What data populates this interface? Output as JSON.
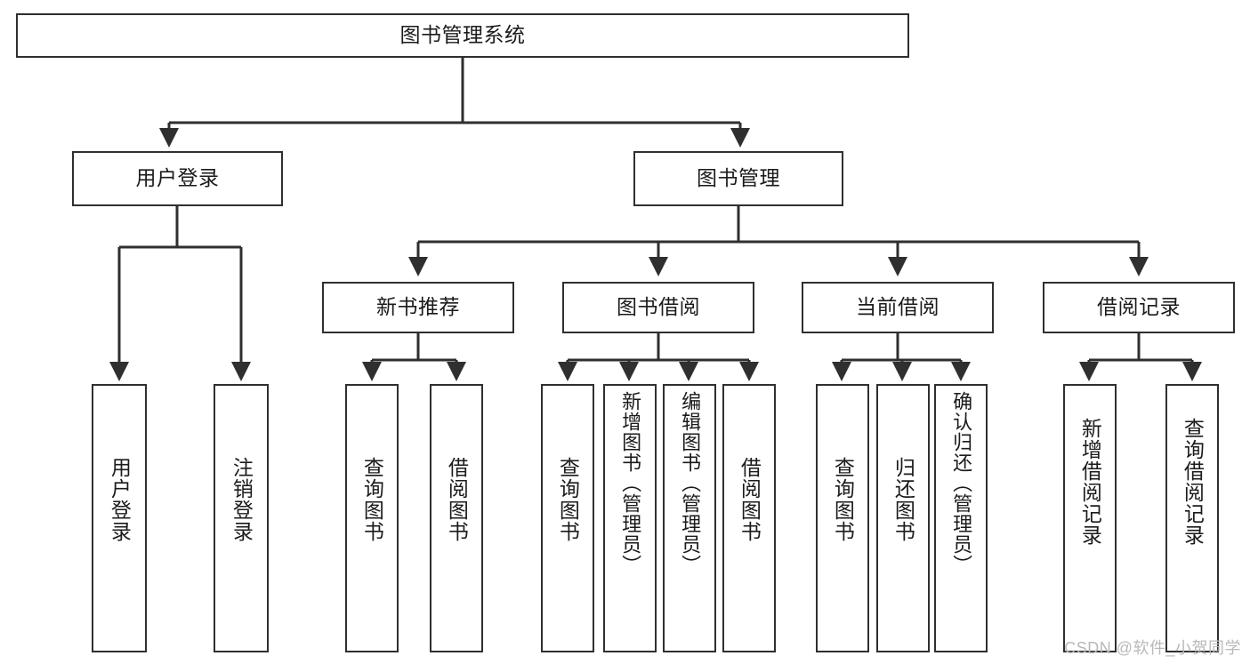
{
  "diagram": {
    "title": "图书管理系统",
    "type": "tree-hierarchy-chart",
    "watermark": "CSDN @软件_小贺同学",
    "colors": {
      "box_border": "#2f2f2f",
      "box_fill": "#ffffff",
      "edge": "#2f2f2f",
      "text": "#1b1b1b",
      "watermark": "#b9b9b9",
      "background": "#ffffff"
    },
    "nodes": {
      "root": {
        "label": "图书管理系统"
      },
      "level2": [
        {
          "id": "user-login",
          "label": "用户登录"
        },
        {
          "id": "book-management",
          "label": "图书管理"
        }
      ],
      "level3": [
        {
          "id": "new-book-recommend",
          "label": "新书推荐"
        },
        {
          "id": "book-borrow",
          "label": "图书借阅"
        },
        {
          "id": "current-borrow",
          "label": "当前借阅"
        },
        {
          "id": "borrow-record",
          "label": "借阅记录"
        }
      ],
      "leaves": {
        "user_login": [
          {
            "id": "leaf-user-login",
            "label": "用户登录"
          },
          {
            "id": "leaf-logout-login",
            "label": "注销登录"
          }
        ],
        "new_book_recommend": [
          {
            "id": "leaf-query-book-1",
            "label": "查询图书"
          },
          {
            "id": "leaf-borrow-book-1",
            "label": "借阅图书"
          }
        ],
        "book_borrow": [
          {
            "id": "leaf-query-book-2",
            "label": "查询图书"
          },
          {
            "id": "leaf-add-book",
            "label": "新增图书（管理员）"
          },
          {
            "id": "leaf-edit-book",
            "label": "编辑图书（管理员）"
          },
          {
            "id": "leaf-borrow-book-2",
            "label": "借阅图书"
          }
        ],
        "current_borrow": [
          {
            "id": "leaf-query-book-3",
            "label": "查询图书"
          },
          {
            "id": "leaf-return-book",
            "label": "归还图书"
          },
          {
            "id": "leaf-confirm-return",
            "label": "确认归还（管理员）"
          }
        ],
        "borrow_record": [
          {
            "id": "leaf-add-record",
            "label": "新增借阅记录"
          },
          {
            "id": "leaf-query-record",
            "label": "查询借阅记录"
          }
        ]
      }
    }
  }
}
